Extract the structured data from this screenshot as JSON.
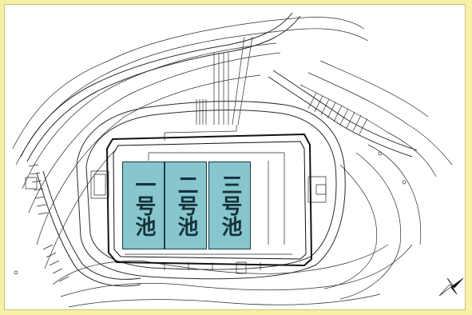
{
  "pools": [
    {
      "label": "一号池"
    },
    {
      "label": "二号池"
    },
    {
      "label": "三号池"
    }
  ],
  "colors": {
    "frame_background": "#f6f1a6",
    "map_background": "#ffffff",
    "linework": "#222222",
    "pool_fill": "#86c6cc",
    "pool_text": "#16323c"
  },
  "icons": {
    "north_arrow": "compass-rose-icon"
  }
}
